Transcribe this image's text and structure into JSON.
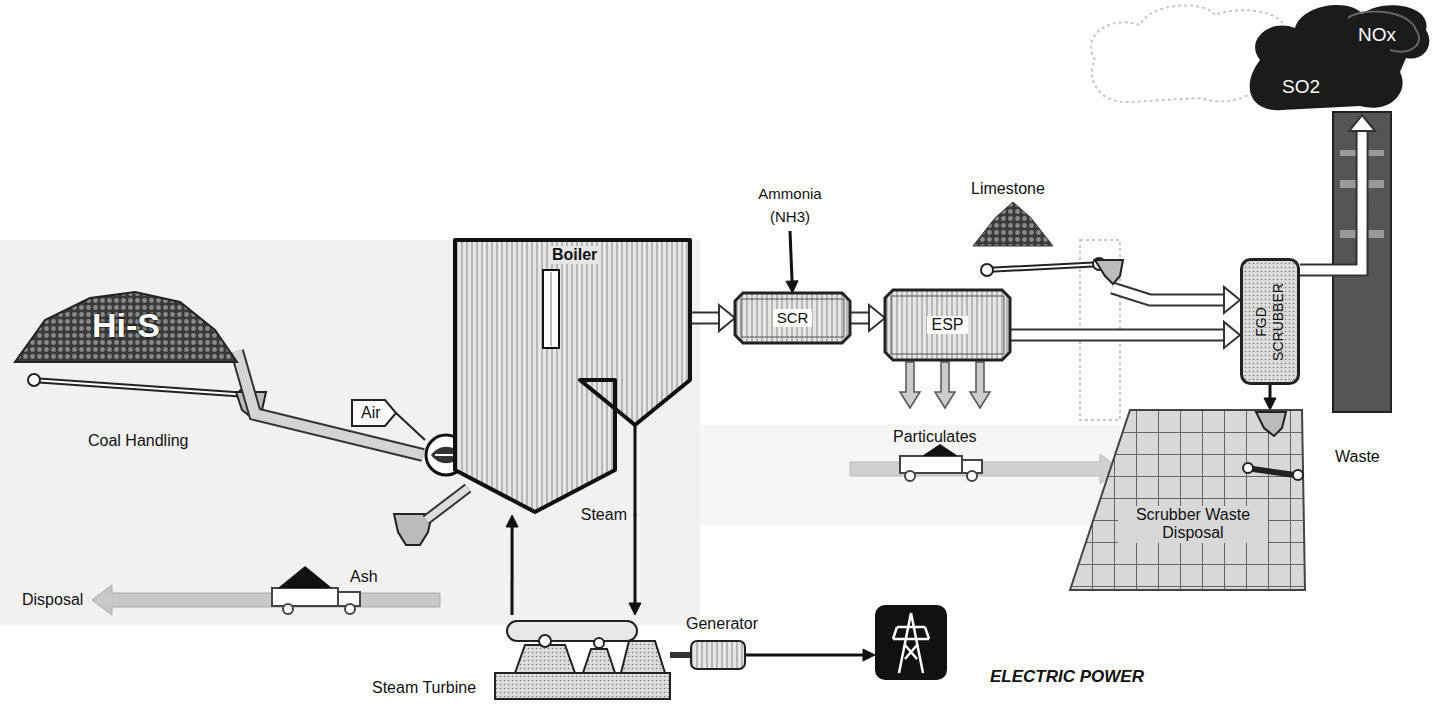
{
  "diagram": {
    "nodes": [
      {
        "text": [
          "Hi-S"
        ]
      },
      {
        "text": [
          "Burner"
        ]
      },
      {
        "text": [
          "Boiler"
        ]
      },
      {
        "text": [
          "Ammonia (NH3)"
        ]
      },
      {
        "text": [
          "SCR"
        ]
      },
      {
        "text": [
          "ESP"
        ]
      },
      {
        "text": [
          "Limestone"
        ]
      },
      {
        "text": [
          "FGD SCRUBBER"
        ]
      },
      {
        "text": [
          "NOx",
          "SO2"
        ]
      },
      {
        "text": [
          "Scrubber Waste Disposal"
        ]
      },
      {
        "text": [
          "Steam Turbine"
        ]
      },
      {
        "text": [
          "Generator"
        ]
      },
      {
        "text": [
          "ELECTRIC POWER"
        ]
      }
    ],
    "edges": [
      {
        "from": 0,
        "to": 1,
        "arrow": "none"
      },
      {
        "from": 2,
        "to": 4,
        "arrow": "to"
      },
      {
        "from": 3,
        "to": 4,
        "arrow": "to"
      },
      {
        "from": 4,
        "to": 5,
        "arrow": "to"
      },
      {
        "from": 5,
        "to": 7,
        "arrow": "to"
      },
      {
        "from": 6,
        "to": 7,
        "arrow": "to"
      },
      {
        "from": 7,
        "to": 8,
        "arrow": "to"
      },
      {
        "from": 7,
        "to": 9,
        "arrow": "to"
      },
      {
        "from": 2,
        "to": 10,
        "label": "Steam",
        "arrow": "to"
      },
      {
        "from": 10,
        "to": 2,
        "arrow": "to"
      },
      {
        "from": 10,
        "to": 11,
        "arrow": "none"
      },
      {
        "from": 11,
        "to": 12,
        "arrow": "to"
      }
    ],
    "labels": [
      "Coal Handling",
      "Air",
      "Ash",
      "Disposal",
      "Particulates",
      "Waste"
    ]
  }
}
